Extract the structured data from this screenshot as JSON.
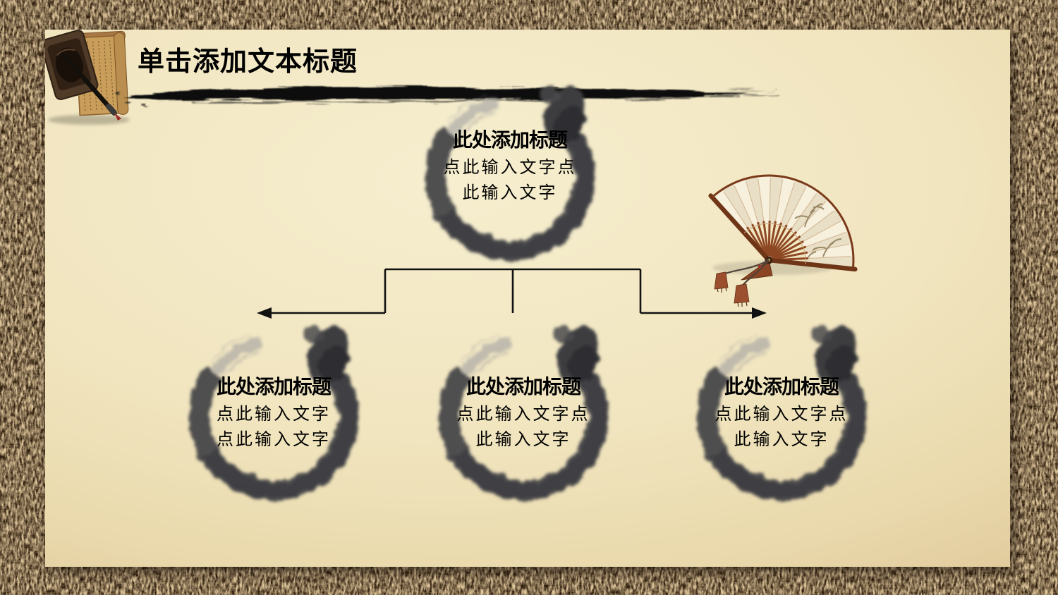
{
  "slide": {
    "header": {
      "title": "单击添加文本标题",
      "icon": "inkstone-brush-scroll-icon",
      "divider": "ink-brush-stroke"
    },
    "nodes": {
      "top": {
        "title": "此处添加标题",
        "line1": "点此输入文字点",
        "line2": "此输入文字"
      },
      "left": {
        "title": "此处添加标题",
        "line1": "点此输入文字",
        "line2": "点此输入文字"
      },
      "middle": {
        "title": "此处添加标题",
        "line1": "点此输入文字点",
        "line2": "此输入文字"
      },
      "right": {
        "title": "此处添加标题",
        "line1": "点此输入文字点",
        "line2": "此输入文字"
      }
    },
    "diagram": {
      "type": "tree",
      "root": "top",
      "children": [
        "left",
        "middle",
        "right"
      ],
      "node_shape": "ink-enso-circle",
      "connector_style": "elbow-lines-with-left-right-arrows"
    },
    "decorations": {
      "fan": "folding-fan-with-tassels",
      "frame": "dark-brown-woven-texture-border"
    },
    "colors": {
      "frame_brown": "#3e2b16",
      "slide_light": "#f6eecf",
      "slide_dark": "#cfae7e",
      "ink_black": "#141414",
      "enso_gray": "#424246",
      "text": "#000000",
      "fan_wood": "#8d4722",
      "fan_paper": "#f6f0dd",
      "tassel": "#9c4f2e"
    }
  }
}
